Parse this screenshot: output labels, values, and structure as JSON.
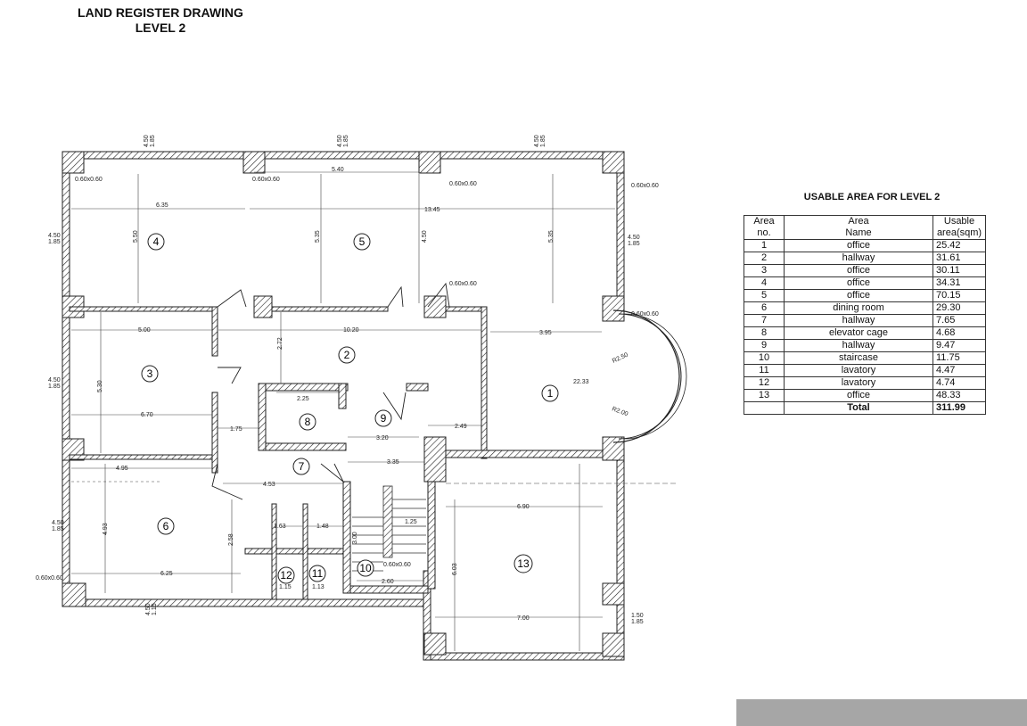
{
  "title": {
    "line1": "LAND REGISTER DRAWING",
    "line2": "LEVEL 2"
  },
  "rooms": [
    {
      "no": "1"
    },
    {
      "no": "2"
    },
    {
      "no": "3"
    },
    {
      "no": "4"
    },
    {
      "no": "5"
    },
    {
      "no": "6"
    },
    {
      "no": "7"
    },
    {
      "no": "8"
    },
    {
      "no": "9"
    },
    {
      "no": "10"
    },
    {
      "no": "11"
    },
    {
      "no": "12"
    },
    {
      "no": "13"
    }
  ],
  "dimensions": {
    "d1": "6.35",
    "d2": "13.45",
    "d3": "5.40",
    "d4": "5.50",
    "d5": "5.35",
    "d6": "4.50",
    "d7": "5.35",
    "d8": "5.00",
    "d9": "10.20",
    "d10": "3.95",
    "d11": "2.72",
    "d12": "5.30",
    "d13": "6.70",
    "d14": "2.25",
    "d15": "1.75",
    "d16": "3.20",
    "d17": "2.49",
    "d18": "4.95",
    "d19": "4.53",
    "d20": "3.35",
    "d21": "6.90",
    "d22": "1.63",
    "d23": "1.48",
    "d24": "6.25",
    "d25": "2.60",
    "d26": "7.00",
    "d27": "R2.50",
    "d28": "R2.00",
    "d29": "22.33",
    "d30": "4.93",
    "d31": "1.15",
    "d32": "1.13",
    "d33": "1.25",
    "d34": "3.00",
    "d35": "2.58",
    "d36": "6.03"
  },
  "pillars": {
    "p1": "0.60x0.60",
    "p2": "0.60x0.60",
    "p3": "0.60x0.60",
    "p4": "0.60x0.60",
    "p5": "0.60x0.60",
    "p6": "0.60x0.60",
    "p7": "0.60x0.60",
    "p8": "0.60x0.60"
  },
  "windows": {
    "w1": "4.50\n1.85",
    "w2": "4.50\n1.85",
    "w3": "4.50\n1.85",
    "w4": "4.50\n1.85",
    "w5": "4.50\n1.85",
    "w6": "4.50\n1.85",
    "w7": "4.50\n1.85",
    "w8": "4.50\n1.15",
    "w9": "1.50\n1.85"
  },
  "usable_table": {
    "title": "USABLE AREA FOR LEVEL  2",
    "headers": {
      "no": "Area\nno.",
      "name": "Area\nName",
      "area": "Usable\narea(sqm)"
    },
    "rows": [
      {
        "no": "1",
        "name": "office",
        "area": "25.42"
      },
      {
        "no": "2",
        "name": "hallway",
        "area": "31.61"
      },
      {
        "no": "3",
        "name": "office",
        "area": "30.11"
      },
      {
        "no": "4",
        "name": "office",
        "area": "34.31"
      },
      {
        "no": "5",
        "name": "office",
        "area": "70.15"
      },
      {
        "no": "6",
        "name": "dining room",
        "area": "29.30"
      },
      {
        "no": "7",
        "name": "hallway",
        "area": "7.65"
      },
      {
        "no": "8",
        "name": "elevator cage",
        "area": "4.68"
      },
      {
        "no": "9",
        "name": "hallway",
        "area": "9.47"
      },
      {
        "no": "10",
        "name": "staircase",
        "area": "11.75"
      },
      {
        "no": "11",
        "name": "lavatory",
        "area": "4.47"
      },
      {
        "no": "12",
        "name": "lavatory",
        "area": "4.74"
      },
      {
        "no": "13",
        "name": "office",
        "area": "48.33"
      }
    ],
    "total_label": "Total",
    "total_value": "311.99"
  }
}
